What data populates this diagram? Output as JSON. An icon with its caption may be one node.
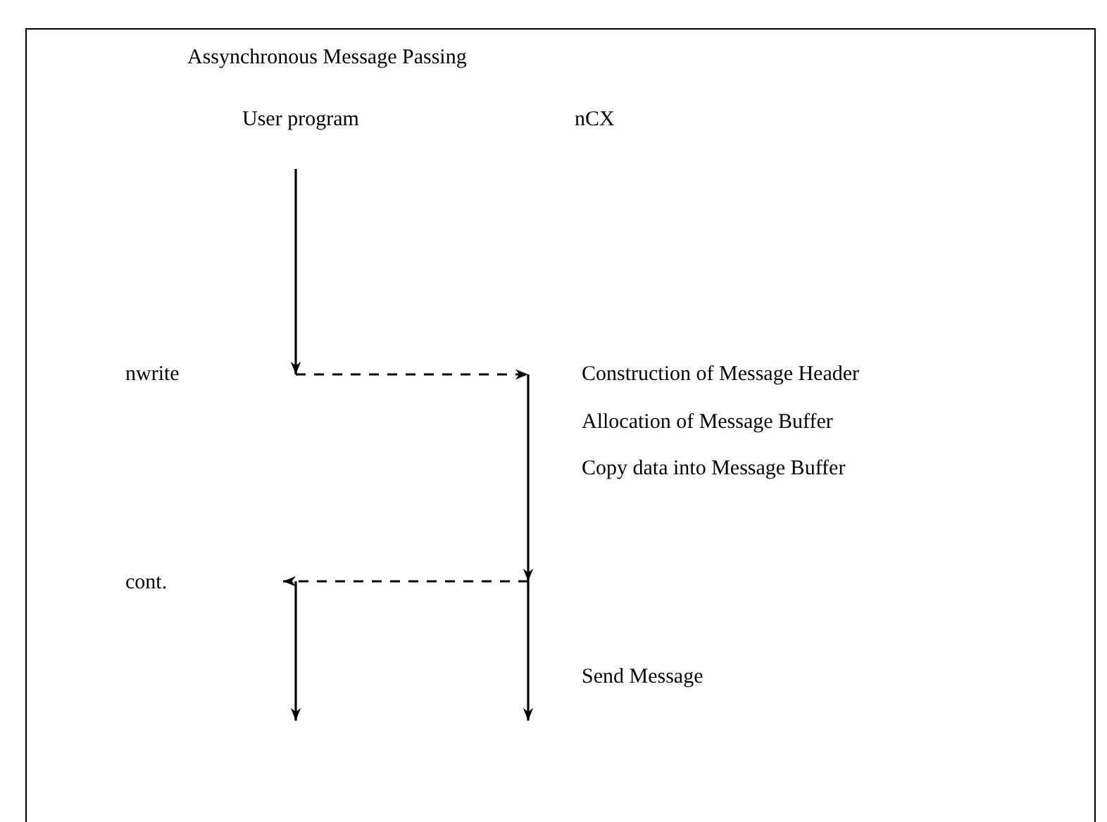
{
  "diagram": {
    "title": "Assynchronous Message Passing",
    "labels": [
      "User program",
      "nCX",
      "nwrite",
      "Construction of Message Header",
      "Allocation of Message Buffer",
      "Copy data into Message Buffer",
      "cont.",
      "Send Message"
    ]
  }
}
